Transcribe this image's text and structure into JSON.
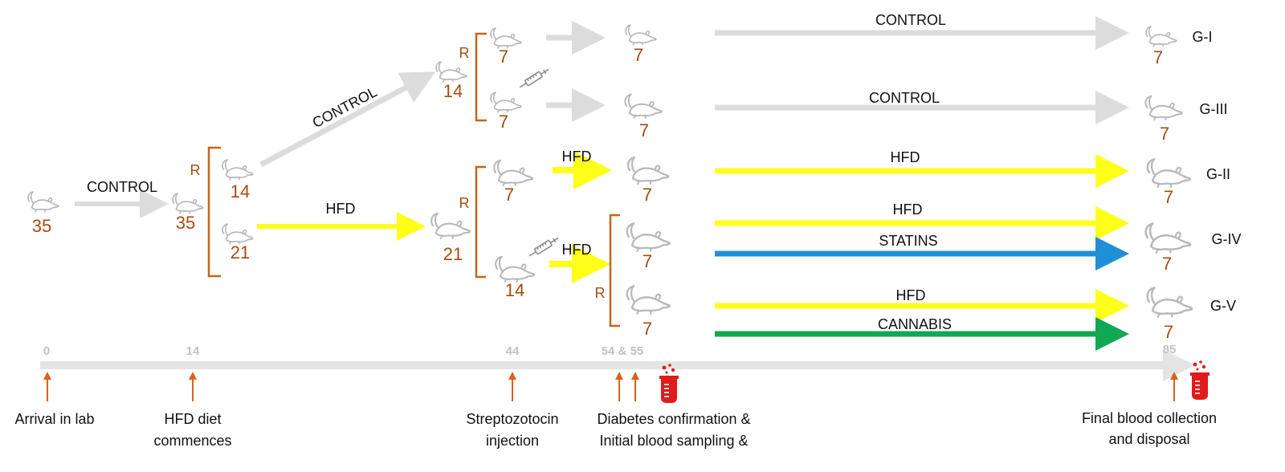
{
  "colors": {
    "control_arrow": "#dcdcdc",
    "hfd_arrow": "#ffff1a",
    "statins_arrow": "#1f8fd6",
    "cannabis_arrow": "#12a852",
    "bracket": "#c86418",
    "count_text": "#a84a10",
    "event_arrow": "#d9621b",
    "beaker": "#e01b1b",
    "timeline": "#e4e4e4",
    "tick_text": "#c2c2c2"
  },
  "stage1": {
    "count": "35",
    "arrow_label": "CONTROL"
  },
  "stage2": {
    "count": "35",
    "r_label": "R",
    "upper_count": "14",
    "lower_count": "21",
    "upper_arrow_label": "CONTROL",
    "lower_arrow_label": "HFD"
  },
  "stage3_control": {
    "count": "14",
    "r_label": "R",
    "upper_count": "7",
    "lower_count": "7"
  },
  "stage3_hfd": {
    "count": "21",
    "r_label": "R",
    "upper_count": "7",
    "lower_count": "14",
    "upper_arrow_label": "HFD",
    "lower_arrow_label": "HFD"
  },
  "stage4": {
    "a_count": "7",
    "b_count": "7",
    "c_count": "7",
    "r_label": "R",
    "d_count": "7",
    "e_count": "7"
  },
  "groups": [
    {
      "name": "G-I",
      "count": "7",
      "arrows": [
        "CONTROL"
      ]
    },
    {
      "name": "G-III",
      "count": "7",
      "arrows": [
        "CONTROL"
      ]
    },
    {
      "name": "G-II",
      "count": "7",
      "arrows": [
        "HFD"
      ]
    },
    {
      "name": "G-IV",
      "count": "7",
      "arrows": [
        "HFD",
        "STATINS"
      ]
    },
    {
      "name": "G-V",
      "count": "7",
      "arrows": [
        "HFD",
        "CANNABIS"
      ]
    }
  ],
  "timeline": {
    "ticks": [
      "0",
      "14",
      "44",
      "54 & 55",
      "85"
    ],
    "events": [
      {
        "lines": [
          "Arrival in lab"
        ]
      },
      {
        "lines": [
          "HFD diet",
          "commences"
        ]
      },
      {
        "lines": [
          "Streptozotocin",
          "injection"
        ]
      },
      {
        "lines": [
          "Diabetes confirmation &",
          "Initial blood sampling &"
        ]
      },
      {
        "lines": [
          "Final blood collection",
          "and disposal"
        ]
      }
    ]
  },
  "icons": {
    "rat": "rat-icon",
    "syringe": "syringe-icon",
    "beaker": "blood-beaker-icon",
    "event_arrow": "up-arrow-icon"
  }
}
